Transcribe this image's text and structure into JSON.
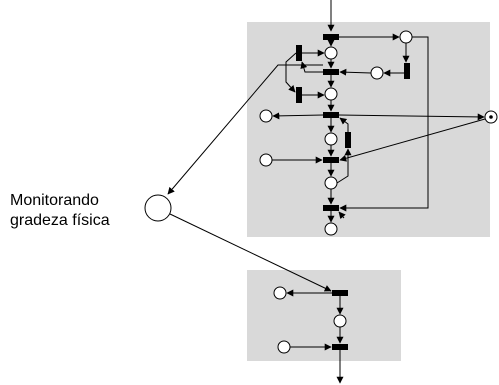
{
  "place_label": {
    "line1": "Monitorando",
    "line2": "gradeza física"
  },
  "colors": {
    "subnet_fill": "#d9d9d9",
    "place_fill": "#ffffff",
    "stroke": "#000000",
    "transition_fill": "#000000"
  },
  "token": {
    "marked_place": "external-marked-place"
  }
}
